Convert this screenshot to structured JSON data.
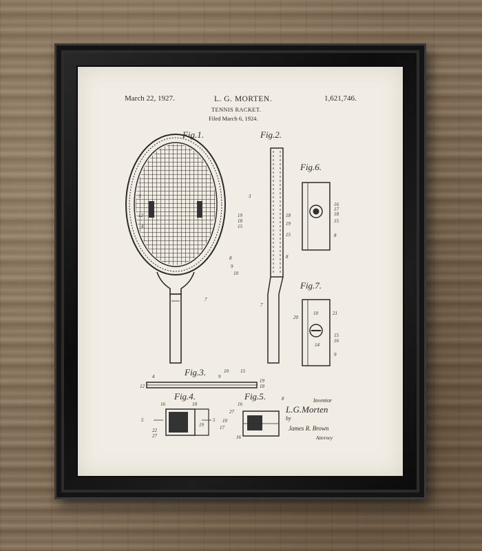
{
  "patent": {
    "date": "March 22, 1927.",
    "inventor_header": "L. G. MORTEN.",
    "number": "1,621,746.",
    "title": "TENNIS RACKET.",
    "filed": "Filed March 6, 1924."
  },
  "figures": {
    "fig1": "Fig.1.",
    "fig2": "Fig.2.",
    "fig3": "Fig.3.",
    "fig4": "Fig.4.",
    "fig5": "Fig.5.",
    "fig6": "Fig.6.",
    "fig7": "Fig.7."
  },
  "signature": {
    "inventor_label": "Inventor",
    "inventor_name": "L.G.Morten",
    "by": "by",
    "attorney_name": "James R. Brown",
    "attorney_label": "Attorney"
  },
  "colors": {
    "frame": "#111111",
    "paper": "#f1ede4",
    "ink": "#2a2a2a",
    "wood": "#7c6a55"
  }
}
